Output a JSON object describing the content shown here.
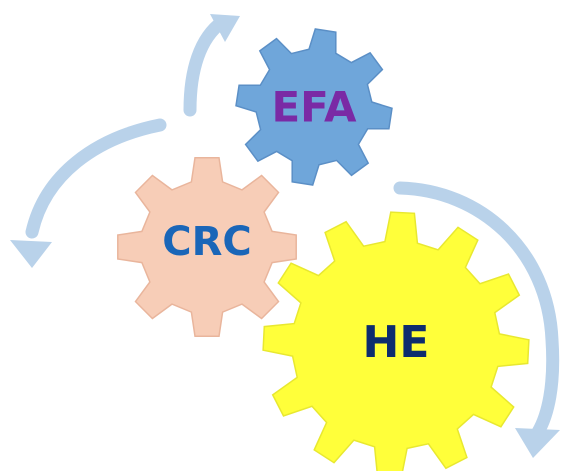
{
  "gears": [
    {
      "id": "efa",
      "label": "EFA",
      "fill": "#6fa6da",
      "stroke": "#5b8fc6",
      "text_color": "#7a2aa5"
    },
    {
      "id": "crc",
      "label": "CRC",
      "fill": "#f7cdb7",
      "stroke": "#e9b59c",
      "text_color": "#1a66b8"
    },
    {
      "id": "he",
      "label": "HE",
      "fill": "#ffff3a",
      "stroke": "#e8e830",
      "text_color": "#0d2c6e"
    }
  ],
  "arrow_color": "#b9d2ea"
}
